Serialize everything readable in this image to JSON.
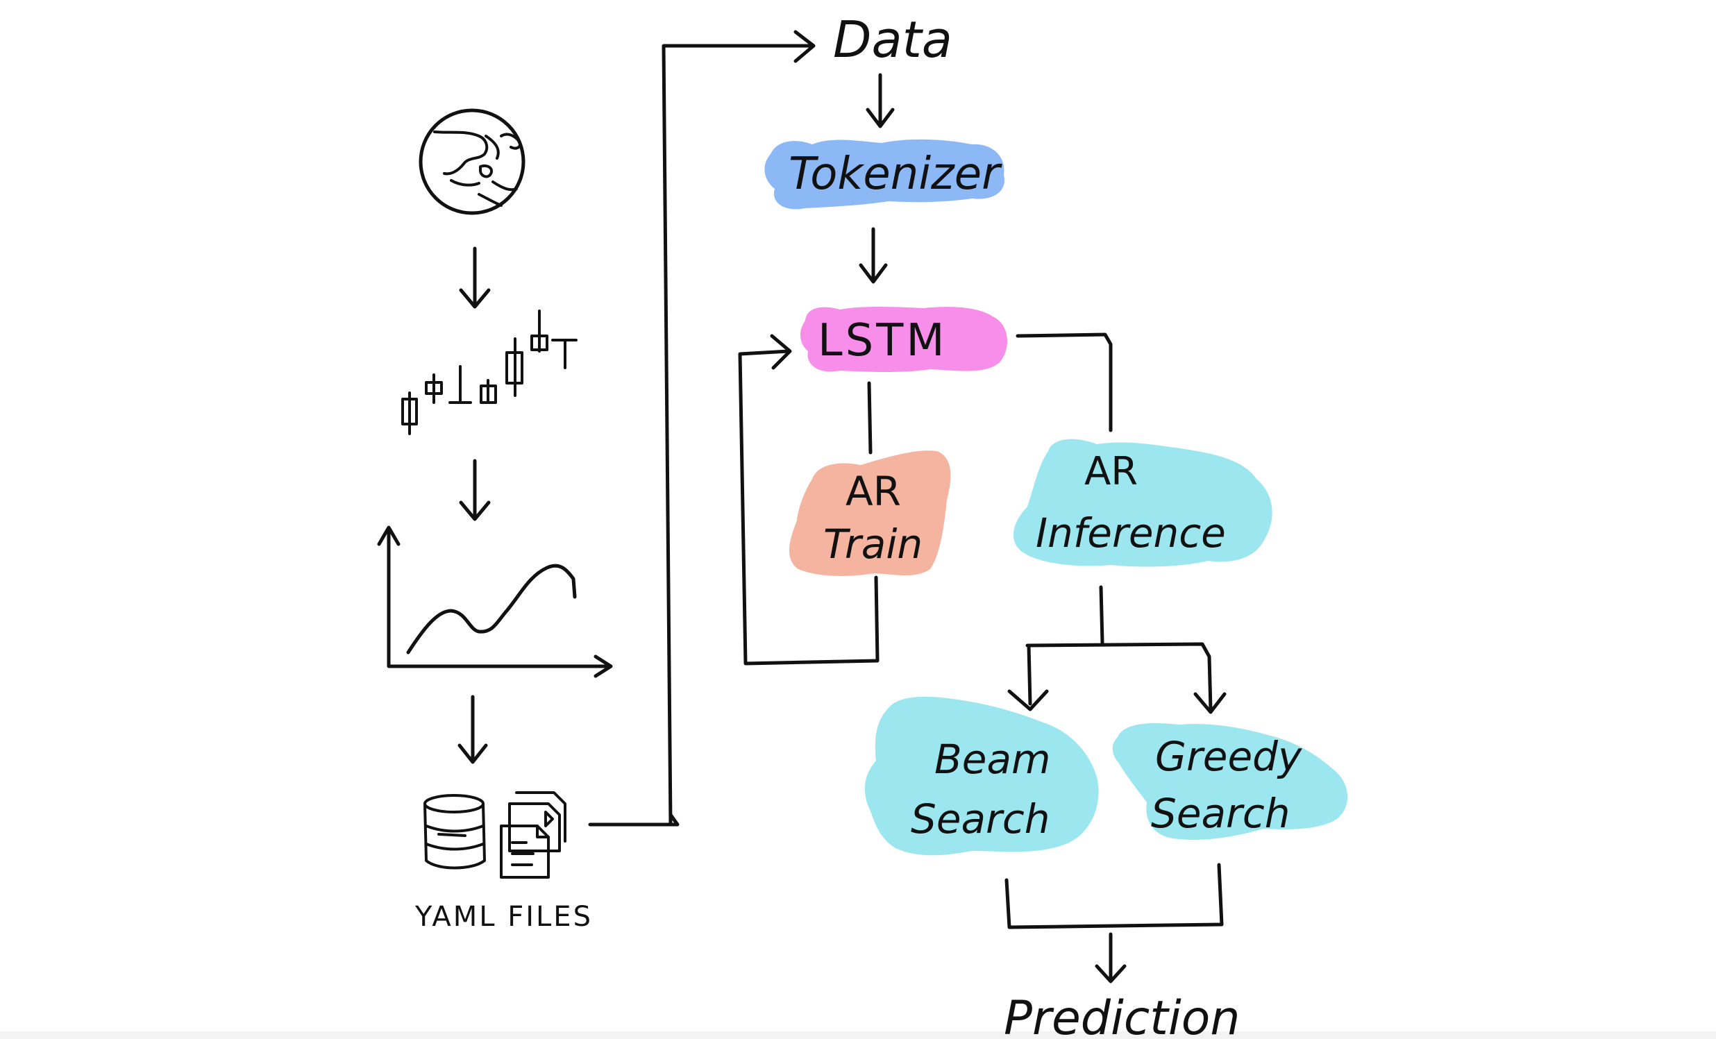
{
  "nodes": {
    "data": "Data",
    "tokenizer": "Tokenizer",
    "lstm": "LSTM",
    "ar_train_line1": "AR",
    "ar_train_line2": "Train",
    "ar_inference_line1": "AR",
    "ar_inference_line2": "Inference",
    "beam_line1": "Beam",
    "beam_line2": "Search",
    "greedy_line1": "Greedy",
    "greedy_line2": "Search",
    "prediction": "Prediction",
    "yaml_files": "YAML FILES"
  },
  "icons": [
    "globe-icon",
    "candlestick-icon",
    "line-chart-icon",
    "database-icon",
    "documents-icon"
  ],
  "colors": {
    "tokenizer": "#8db8f6",
    "lstm": "#f78ee9",
    "ar_train": "#f4b4a0",
    "ar_inference": "#9ce6ef",
    "search": "#9ce6ef",
    "ink": "#111111"
  }
}
